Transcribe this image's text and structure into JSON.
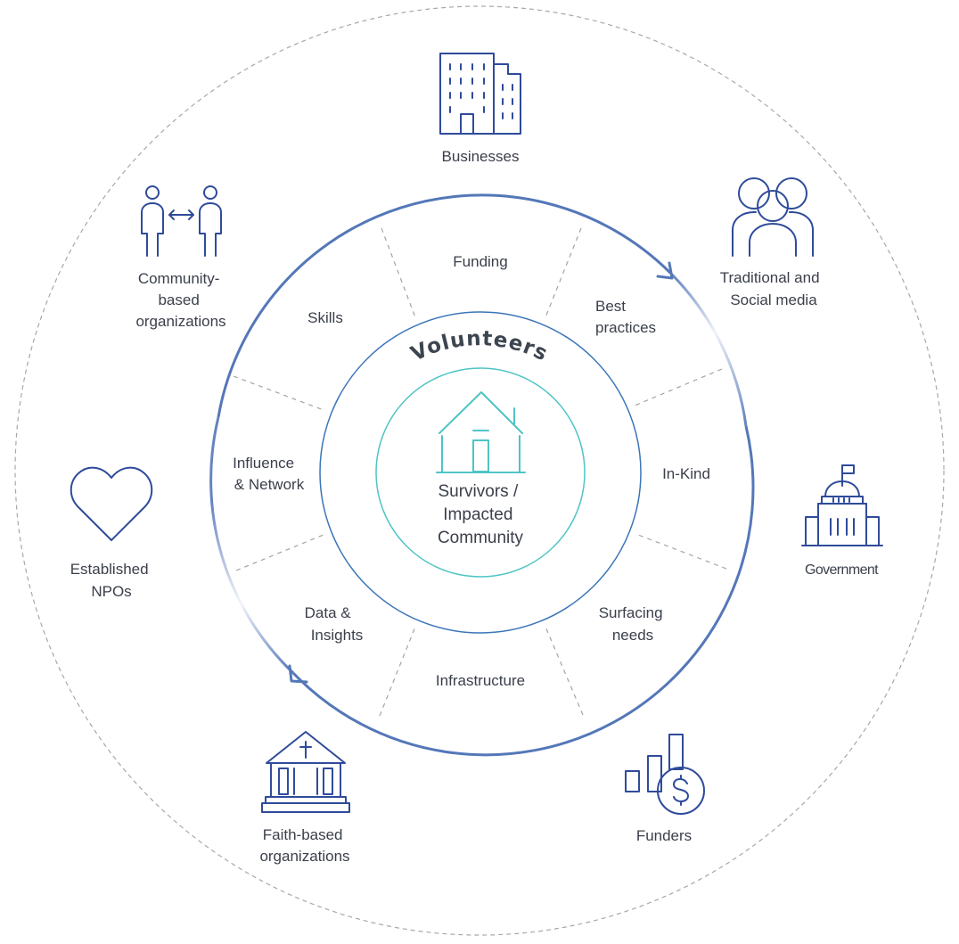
{
  "center": {
    "title_lines": [
      "Survivors /",
      "Impacted",
      "Community"
    ],
    "ring_label": "Volunteers"
  },
  "segments": {
    "funding": [
      "Funding"
    ],
    "best_practices": [
      "Best",
      "practices"
    ],
    "in_kind": [
      "In-Kind"
    ],
    "surfacing_needs": [
      "Surfacing",
      "needs"
    ],
    "infrastructure": [
      "Infrastructure"
    ],
    "data_insights": [
      "Data &",
      "Insights"
    ],
    "influence_network": [
      "Influence",
      "& Network"
    ],
    "skills": [
      "Skills"
    ]
  },
  "stakeholders": {
    "businesses": [
      "Businesses"
    ],
    "media": [
      "Traditional and",
      "Social media"
    ],
    "government": [
      "Government"
    ],
    "funders": [
      "Funders"
    ],
    "faith": [
      "Faith-based",
      "organizations"
    ],
    "npos": [
      "Established",
      "NPOs"
    ],
    "community": [
      "Community-",
      "based",
      "organizations"
    ]
  },
  "icons": {
    "businesses": "office-building-icon",
    "media": "people-group-icon",
    "government": "capitol-building-icon",
    "funders": "bar-chart-dollar-icon",
    "faith": "church-icon",
    "npos": "heart-icon",
    "community": "people-exchange-icon",
    "center": "house-icon"
  },
  "colors": {
    "icon_blue": "#2f4b9a",
    "ring_blue": "#3b75b8",
    "inner_teal": "#4fc4c4",
    "arc_blue": "#5477b8",
    "dashed_gray": "#a3a3a3",
    "text": "#3a3f4a"
  }
}
